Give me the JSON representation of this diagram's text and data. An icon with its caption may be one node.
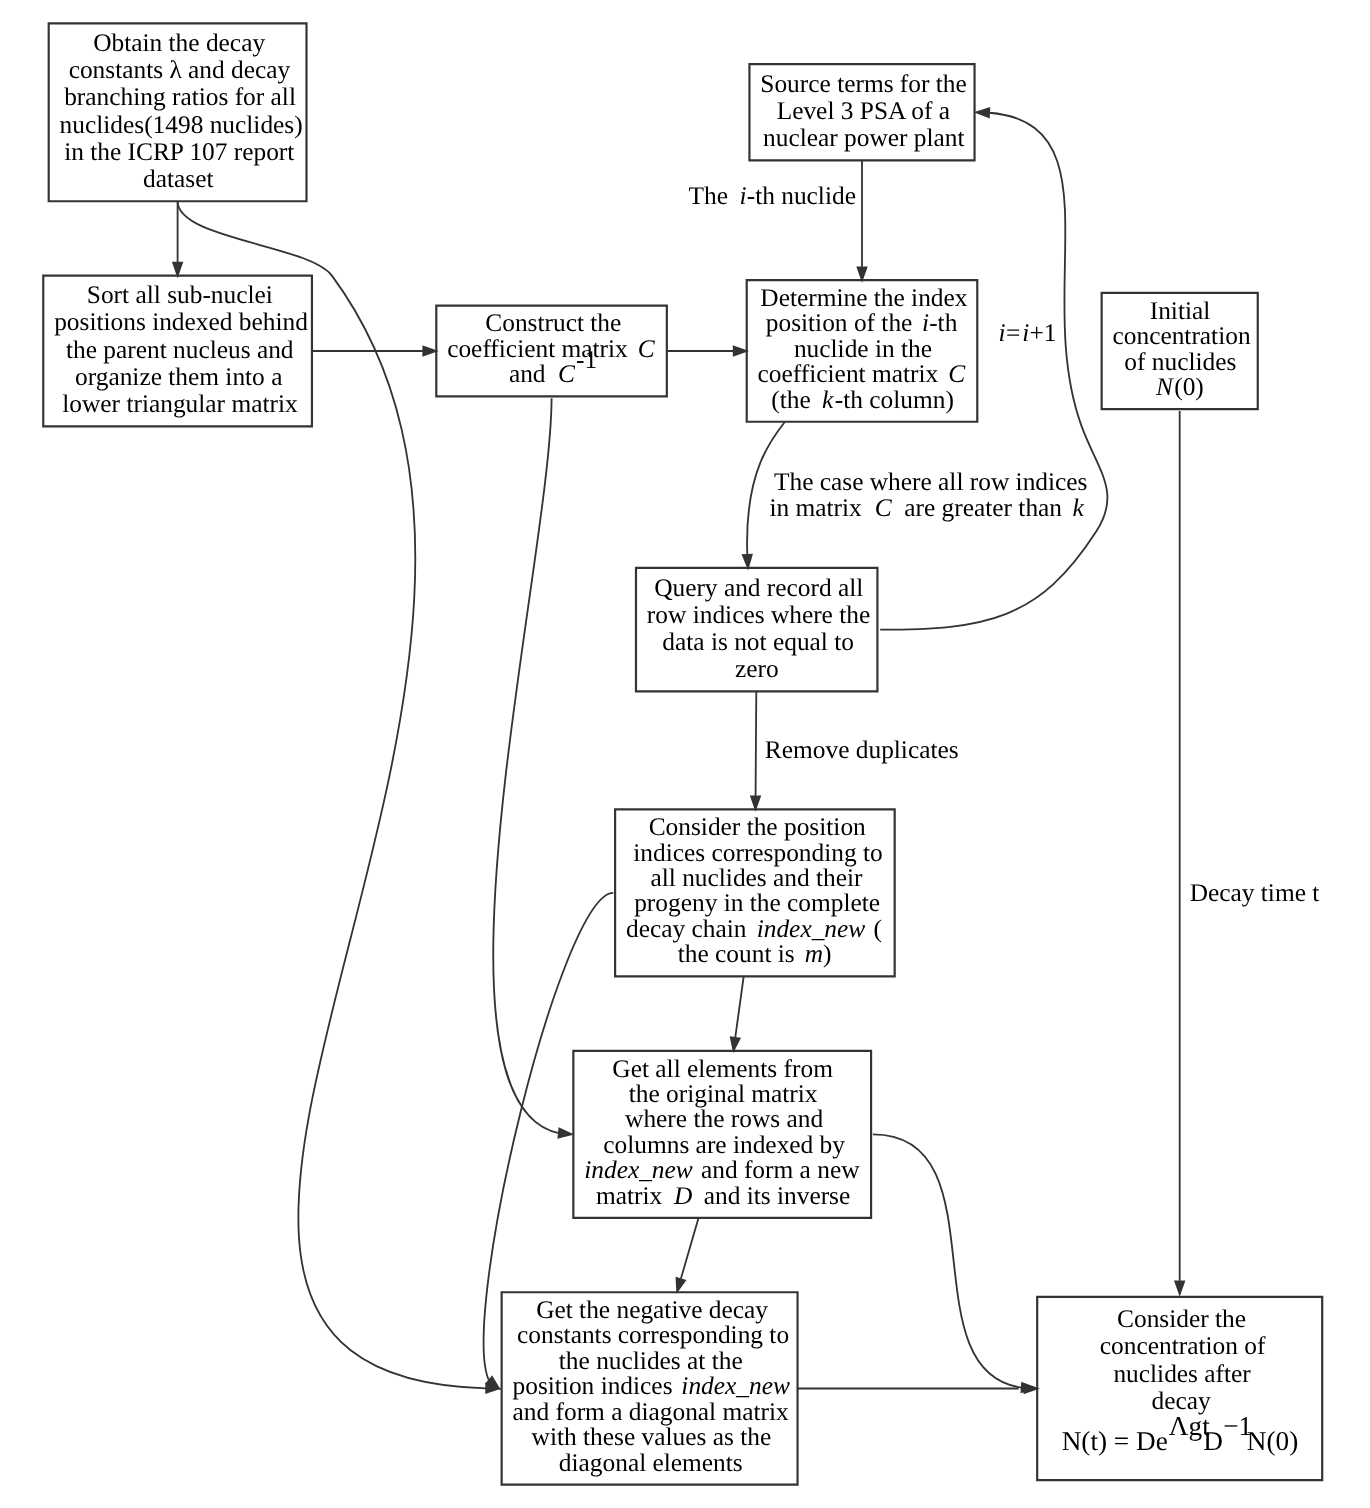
{
  "diagram": {
    "nodes": [
      {
        "text": [
          "Obtain the decay constants λ and decay branching ratios for all nuclides(1498 nuclides) in the ICRP 107 report dataset"
        ]
      },
      {
        "text": [
          "Source terms for the Level 3 PSA of a nuclear power plant"
        ]
      },
      {
        "text": [
          "Sort all sub-nuclei positions indexed behind the parent nucleus and organize them into a lower triangular matrix"
        ]
      },
      {
        "text": [
          "Construct the coefficient matrix *C* and *C*$^{-1}$"
        ]
      },
      {
        "text": [
          "Determine the index position of the *i*-th nuclide in the coefficient matrix *C* (the *k*-th column)"
        ]
      },
      {
        "text": [
          "Initial concentration of nuclides *N*(0)"
        ]
      },
      {
        "text": [
          "Query and record all row indices where the data is not equal to zero"
        ]
      },
      {
        "text": [
          "Consider the position indices corresponding to all nuclides and their progeny in the complete decay chain *index_new* ( the count is *m*)"
        ]
      },
      {
        "text": [
          "Get all elements from the original matrix where the rows and columns are indexed by *index_new* and form a new matrix *D* and its inverse"
        ]
      },
      {
        "text": [
          "Consider the concentration of nuclides after decay",
          "N(t) = De$^{Λgt}$D$^{−1}$N(0)"
        ]
      },
      {
        "text": [
          "Get the negative decay constants corresponding to the nuclides at the position indices *index_new* and form a diagonal matrix with these values as the diagonal elements"
        ]
      }
    ],
    "edges": [
      {
        "from": 0,
        "to": 2,
        "arrow": "to"
      },
      {
        "from": 2,
        "to": 3,
        "arrow": "to"
      },
      {
        "from": 3,
        "to": 4,
        "arrow": "to"
      },
      {
        "from": 1,
        "to": 4,
        "arrow": "to",
        "label": "The *i*-th nuclide"
      },
      {
        "from": 4,
        "to": 6,
        "arrow": "to",
        "label": "The case where all row indices in matrix *C* are greater than *k*"
      },
      {
        "from": 6,
        "to": 1,
        "arrow": "to",
        "label": "*i*=*i*+1"
      },
      {
        "from": 6,
        "to": 7,
        "arrow": "to",
        "label": "Remove duplicates"
      },
      {
        "from": 7,
        "to": 8,
        "arrow": "to"
      },
      {
        "from": 3,
        "to": 8,
        "arrow": "to"
      },
      {
        "from": 8,
        "to": 10,
        "arrow": "to"
      },
      {
        "from": 7,
        "to": 10,
        "arrow": "to"
      },
      {
        "from": 0,
        "to": 10,
        "arrow": "to"
      },
      {
        "from": 5,
        "to": 9,
        "arrow": "to",
        "label": "Decay time t"
      },
      {
        "from": 8,
        "to": 9,
        "arrow": "to"
      },
      {
        "from": 10,
        "to": 9,
        "arrow": "to"
      }
    ]
  }
}
